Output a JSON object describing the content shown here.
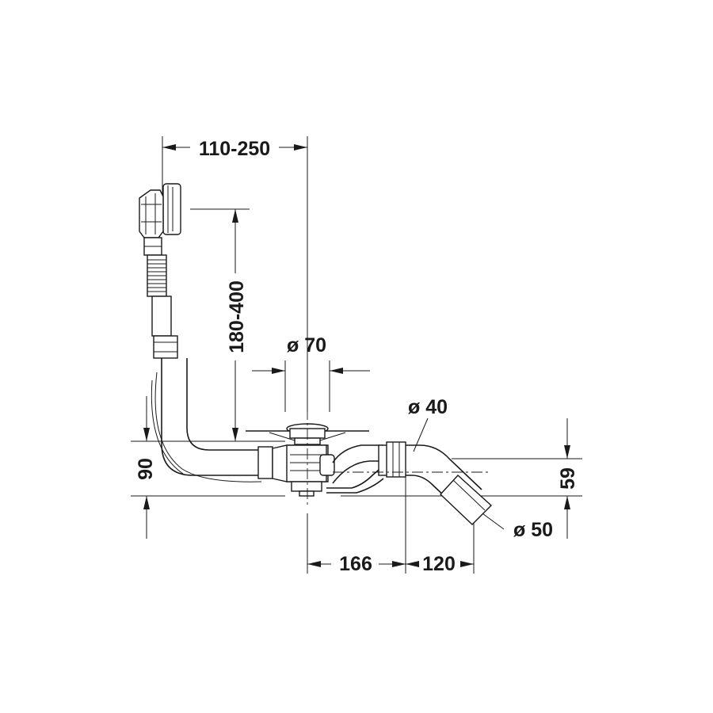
{
  "dimensions": {
    "overflow_horizontal": "110-250",
    "overflow_height": "180-400",
    "drain_diameter": "ø 70",
    "pipe_diameter_40": "ø 40",
    "pipe_diameter_50": "ø 50",
    "height_90": "90",
    "height_59": "59",
    "length_166": "166",
    "length_120": "120"
  },
  "colors": {
    "line": "#1a1a1a",
    "background": "#ffffff"
  }
}
